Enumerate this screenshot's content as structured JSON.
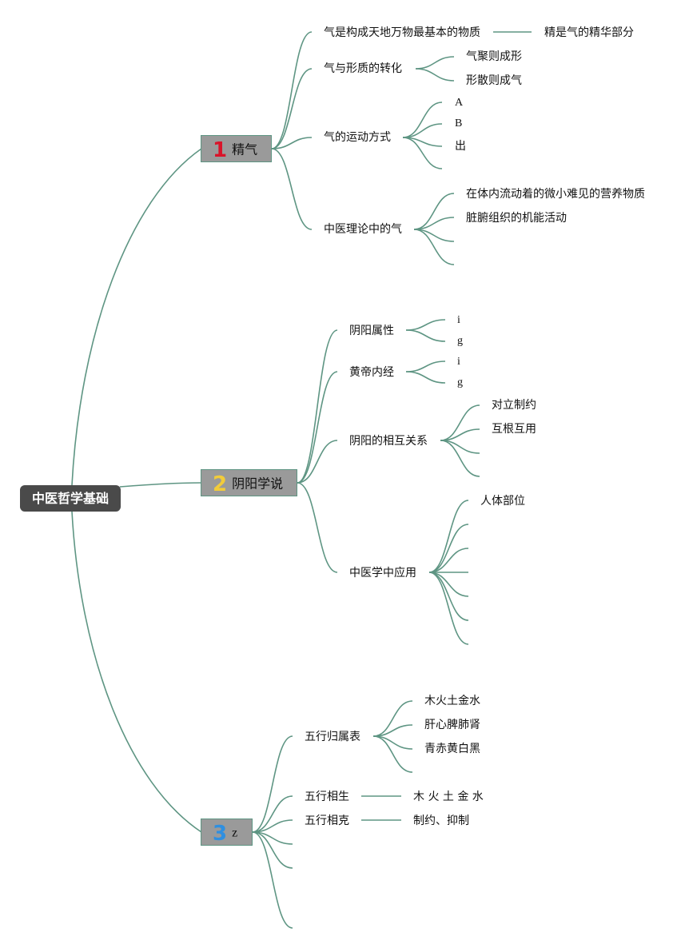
{
  "root": "中医哲学基础",
  "branches": [
    {
      "num": "1",
      "num_color": "#d9142a",
      "label": "精气",
      "children": [
        {
          "label": "气是构成天地万物最基本的物质",
          "children": [
            "精是气的精华部分"
          ]
        },
        {
          "label": "气与形质的转化",
          "children": [
            "气聚则成形",
            "形散则成气"
          ]
        },
        {
          "label": "气的运动方式",
          "children": [
            "A",
            "B",
            "出",
            ""
          ]
        },
        {
          "label": "中医理论中的气",
          "children": [
            "在体内流动着的微小难见的营养物质",
            "脏腑组织的机能活动",
            "",
            ""
          ]
        }
      ]
    },
    {
      "num": "2",
      "num_color": "#f2cc3a",
      "label": "阴阳学说",
      "children": [
        {
          "label": "阴阳属性",
          "children": [
            "i",
            "g"
          ]
        },
        {
          "label": "黄帝内经",
          "children": [
            "i",
            "g"
          ]
        },
        {
          "label": "阴阳的相互关系",
          "children": [
            "对立制约",
            "互根互用",
            "",
            ""
          ]
        },
        {
          "label": "中医学中应用",
          "children": [
            "人体部位",
            "",
            "",
            "",
            "",
            "",
            ""
          ]
        }
      ]
    },
    {
      "num": "3",
      "num_color": "#2f8fe0",
      "label": "z",
      "children": [
        {
          "label": "五行归属表",
          "children": [
            "木火土金水",
            "肝心脾肺肾",
            "青赤黄白黑",
            ""
          ]
        },
        {
          "label": "五行相生",
          "children": [
            "木 火 土 金 水"
          ]
        },
        {
          "label": "五行相克",
          "children": [
            "制约、抑制"
          ]
        },
        {
          "label": "",
          "children": []
        },
        {
          "label": "",
          "children": []
        },
        {
          "label": "",
          "children": []
        }
      ]
    }
  ]
}
